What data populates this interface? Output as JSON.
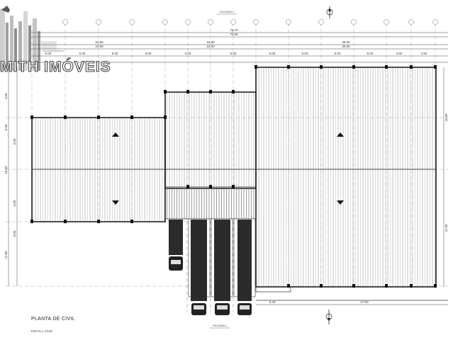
{
  "logo": {
    "text": "MITH IMÓVEIS"
  },
  "drawing": {
    "title": "PLANTA DE CIVIL",
    "scale": "ESCALA 1/125",
    "facade_top": "FACHADA 2",
    "facade_bottom": "FACHADA 1"
  },
  "dims_top": {
    "overall_1": "76.70",
    "overall_2": "75.00",
    "seg_left": "24.50",
    "seg_left_b": "24.00",
    "seg_mid": "16.00",
    "seg_right": "35.00",
    "seg_right_b": "30.50"
  },
  "dims_top_bays": [
    "6.00",
    "6.00",
    "6.00",
    "6.00",
    "6.00",
    "6.00",
    "6.00",
    "6.00",
    "6.00",
    "6.00",
    "4.50",
    "4.50"
  ],
  "dims_left": [
    "4.50",
    "6.00",
    "9.60",
    "16.00",
    "6.00",
    "9.00",
    "12.00"
  ],
  "dims_right": [
    "16.00",
    "21.00"
  ],
  "dims_bottom": {
    "left": "6.40",
    "right": "27.00"
  }
}
